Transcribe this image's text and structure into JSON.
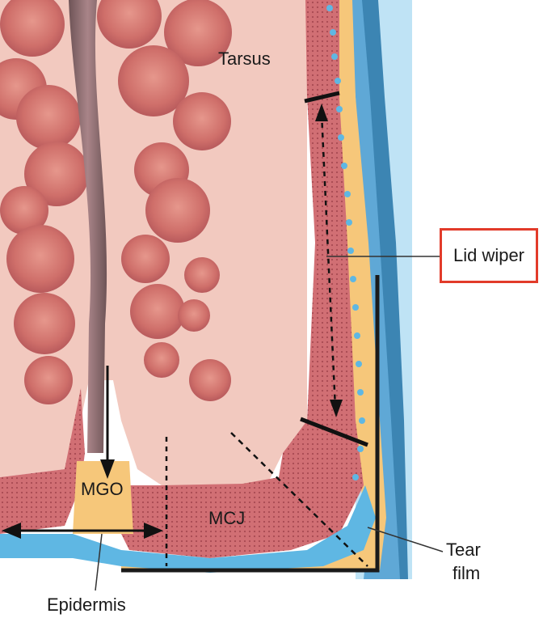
{
  "labels": {
    "tarsus": "Tarsus",
    "lid_wiper": "Lid wiper",
    "mgo": "MGO",
    "mcj": "MCJ",
    "tear_film_line1": "Tear",
    "tear_film_line2": "film",
    "epidermis": "Epidermis"
  },
  "colors": {
    "tarsus_fill": "#f2c9bf",
    "gland_fill": "#d9827a",
    "mucosa_fill": "#c9646b",
    "duct_fill": "#8c6a6e",
    "tear_film_blue": "#5fb7e3",
    "tear_film_light": "#bfe3f5",
    "orbital_blue": "#3c85b3",
    "lipid_yellow": "#f6c77a",
    "callout_border": "#e23b2a"
  }
}
